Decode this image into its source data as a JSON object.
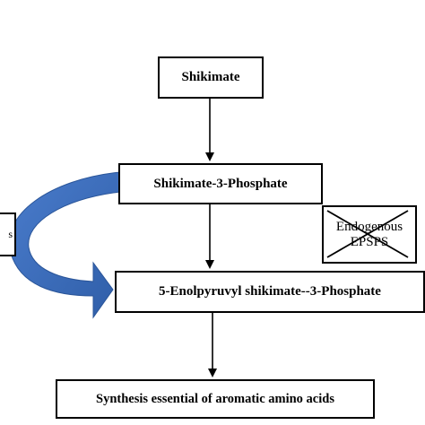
{
  "nodes": {
    "shikimate": "Shikimate",
    "shikimate_3_phosphate": "Shikimate-3-Phosphate",
    "epsp": "5-Enolpyruvyl shikimate--3-Phosphate",
    "synthesis": "Synthesis essential of aromatic amino acids",
    "endogenous_line1": "Endogenous",
    "endogenous_line2": "EPSPS",
    "left_partial": "s"
  },
  "colors": {
    "curved_arrow": "#3d6fbf",
    "border": "#000000"
  }
}
